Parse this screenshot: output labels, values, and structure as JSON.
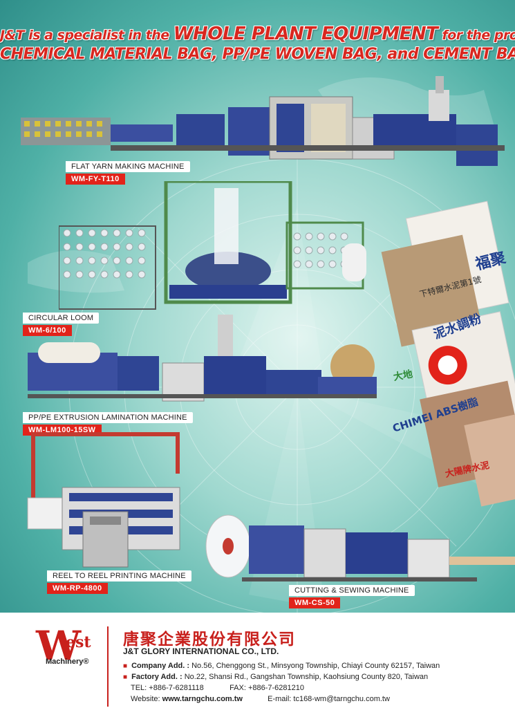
{
  "headline": {
    "line1_pre": "J&T is a specialist in the",
    "line1_big": "WHOLE PLANT EQUIPMENT",
    "line1_post": "for the production of",
    "line2": "CHEMICAL MATERIAL BAG, PP/PE WOVEN BAG, and CEMENT BAG, etc."
  },
  "machines": [
    {
      "name": "FLAT YARN MAKING MACHINE",
      "model": "WM-FY-T110"
    },
    {
      "name": "CIRCULAR LOOM",
      "model": "WM-6/100"
    },
    {
      "name": "PP/PE EXTRUSION LAMINATION MACHINE",
      "model": "WM-LM100-15SW"
    },
    {
      "name": "REEL TO REEL PRINTING MACHINE",
      "model": "WM-RP-4800"
    },
    {
      "name": "CUTTING & SEWING MACHINE",
      "model": "WM-CS-50"
    }
  ],
  "bags": {
    "b1": "下特爾水泥第1號",
    "b2": "泥水調粉",
    "b3": "福聚",
    "b4": "大地",
    "b5": "CHIMEI ABS樹脂",
    "b6": "大陽牌水泥"
  },
  "company": {
    "logo_w": "W",
    "logo_est": "est",
    "logo_sub": "Machinery®",
    "name_zh": "唐聚企業股份有限公司",
    "name_en": "J&T GLORY INTERNATIONAL CO.,  LTD.",
    "company_label": "Company Add. :",
    "company_address": "No.56, Chenggong St., Minsyong Township, Chiayi County 62157, Taiwan",
    "factory_label": "Factory Add. :",
    "factory_address": "No.22, Shansi Rd., Gangshan Township, Kaohsiung County 820, Taiwan",
    "tel": "TEL: +886-7-6281118",
    "fax": "FAX: +886-7-6281210",
    "website_label": "Website:",
    "website": "www.tarngchu.com.tw",
    "email": "E-mail: tc168-wm@tarngchu.com.tw"
  },
  "colors": {
    "red": "#e2231a",
    "teal": "#4fb0a6",
    "navy": "#2a3f8f"
  }
}
